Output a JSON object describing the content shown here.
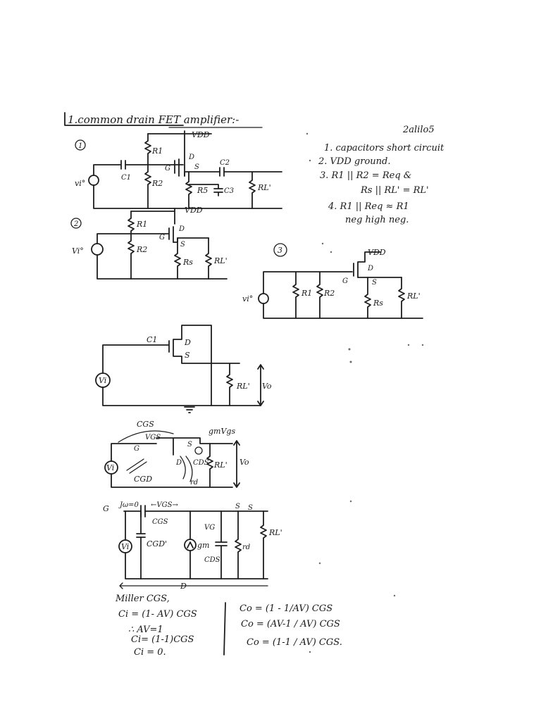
{
  "page": {
    "title": "1.common drain FET amplifier:-",
    "date": "2alilo5"
  },
  "notes": {
    "items": [
      "1. capacitors short circuit",
      "2. VDD ground.",
      "3. R1 || R2 = Req &",
      "Rs || RL' = RL'",
      "4. R1 || Req ≈ R1",
      "neg high   neg."
    ]
  },
  "circuits": {
    "c1": {
      "number": "1",
      "vdd": "VDD",
      "vi": "vi°",
      "c1": "C1",
      "r1": "R1",
      "r2": "R2",
      "g": "G",
      "d": "D",
      "s": "S",
      "c2": "C2",
      "rs": "R5",
      "c3": "C3",
      "rl": "RL'"
    },
    "c2": {
      "number": "2",
      "vdd": "VDD",
      "vi": "Vi°",
      "r1": "R1",
      "r2": "R2",
      "g": "G",
      "d": "D",
      "s": "S",
      "rs": "Rs",
      "rl": "RL'"
    },
    "c3": {
      "number": "3",
      "vdd": "VDD",
      "vi": "vi°",
      "r1": "R1",
      "r2": "R2",
      "g": "G",
      "d": "D",
      "s": "S",
      "rs": "Rs",
      "rl": "RL'"
    },
    "c4": {
      "vi": "Vi",
      "c1": "C1",
      "d": "D",
      "s": "S",
      "rl": "RL'",
      "vo": "Vo"
    },
    "c5": {
      "cgs": "CGS",
      "vgs": "VGS",
      "gmvgs": "gmVgs",
      "g": "G",
      "s": "S",
      "d": "D",
      "cds": "CDS",
      "cgd": "CGD",
      "rd": "rd",
      "rl": "RL'",
      "vo": "Vo",
      "vi": "Vi"
    },
    "c6": {
      "g": "G",
      "jw": "Jω=0",
      "vgs": "←VGS→",
      "cgs": "CGS",
      "cgd": "CGD'",
      "gm": "gm",
      "vg": "VG",
      "s_top": "S",
      "s_right": "S",
      "cds": "CDS",
      "rd": "rd",
      "rl": "RL'",
      "vi": "Vi",
      "d": "D"
    }
  },
  "miller": {
    "heading": "Miller CGS,",
    "left": [
      "Ci = (1- AV) CGS",
      "∴ AV=1",
      "Ci= (1-1)CGS",
      "Ci = 0."
    ],
    "right": [
      "Co = (1 - 1/AV) CGS",
      "Co = (AV-1 / AV) CGS",
      "Co = (1-1 / AV) CGS."
    ]
  }
}
